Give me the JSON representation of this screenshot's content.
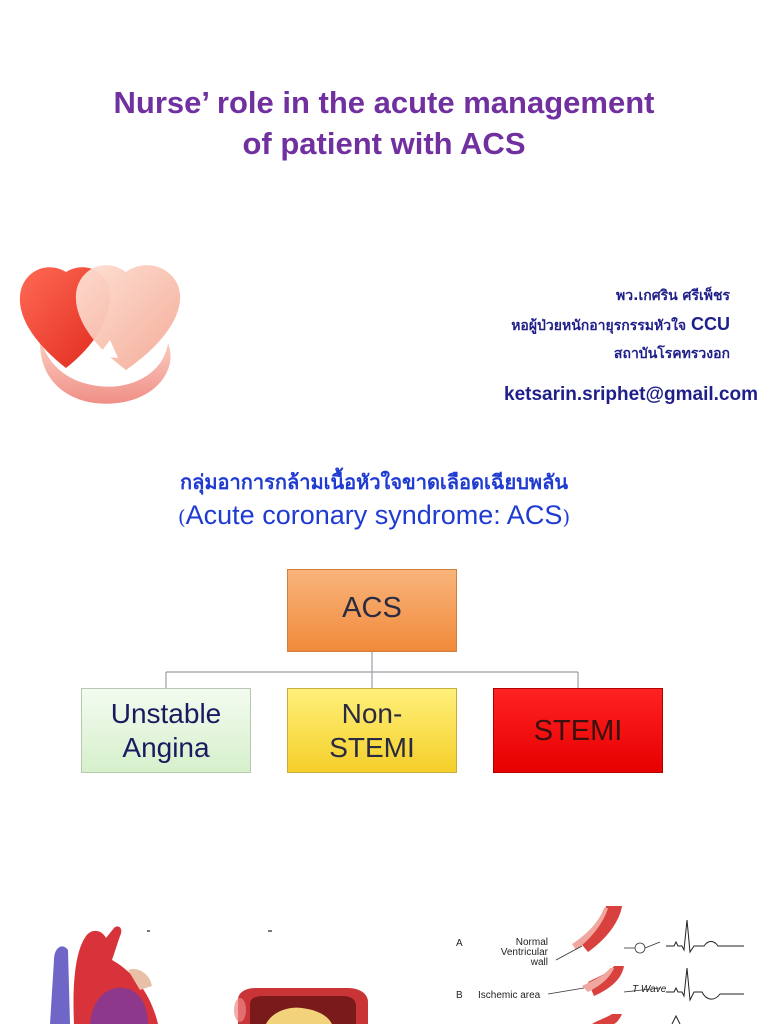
{
  "title": {
    "line1": "Nurse’ role in the acute management",
    "line2": "of patient with ACS"
  },
  "author": {
    "name": "พว.เกศริน ศรีเพ็ชร",
    "unit_prefix": "หอผู้ป่วยหนักอายุรกรรมหัวใจ",
    "unit_ccu": "CCU",
    "institute": "สถาบันโรคทรวงอก",
    "email": "ketsarin.sriphet@gmail.com"
  },
  "section": {
    "thai_heading": "กลุ่มอาการกล้ามเนื้อหัวใจขาดเลือดเฉียบพลัน",
    "eng_open": "(",
    "eng_text": "Acute coronary syndrome: ACS",
    "eng_close": ")"
  },
  "org_chart": {
    "root": "ACS",
    "children": [
      {
        "line1": "Unstable",
        "line2": "Angina"
      },
      {
        "line1": "Non-",
        "line2": "STEMI"
      },
      {
        "line1": "STEMI",
        "line2": ""
      }
    ]
  },
  "ecg_diagram": {
    "row_a_letter": "A",
    "row_a_label_1": "Normal",
    "row_a_label_2": "Ventricular",
    "row_a_label_3": "wall",
    "row_b_letter": "B",
    "row_b_label": "Ischemic area",
    "row_b_wave": "T Wave"
  },
  "colors": {
    "title": "#7030a0",
    "heading": "#1f3bd1",
    "author": "#1f1f8a",
    "acs_box": "#f4a060",
    "ua_box": "#e2f5da",
    "nstemi_box": "#fbe04a",
    "stemi_box": "#f20d0d"
  }
}
